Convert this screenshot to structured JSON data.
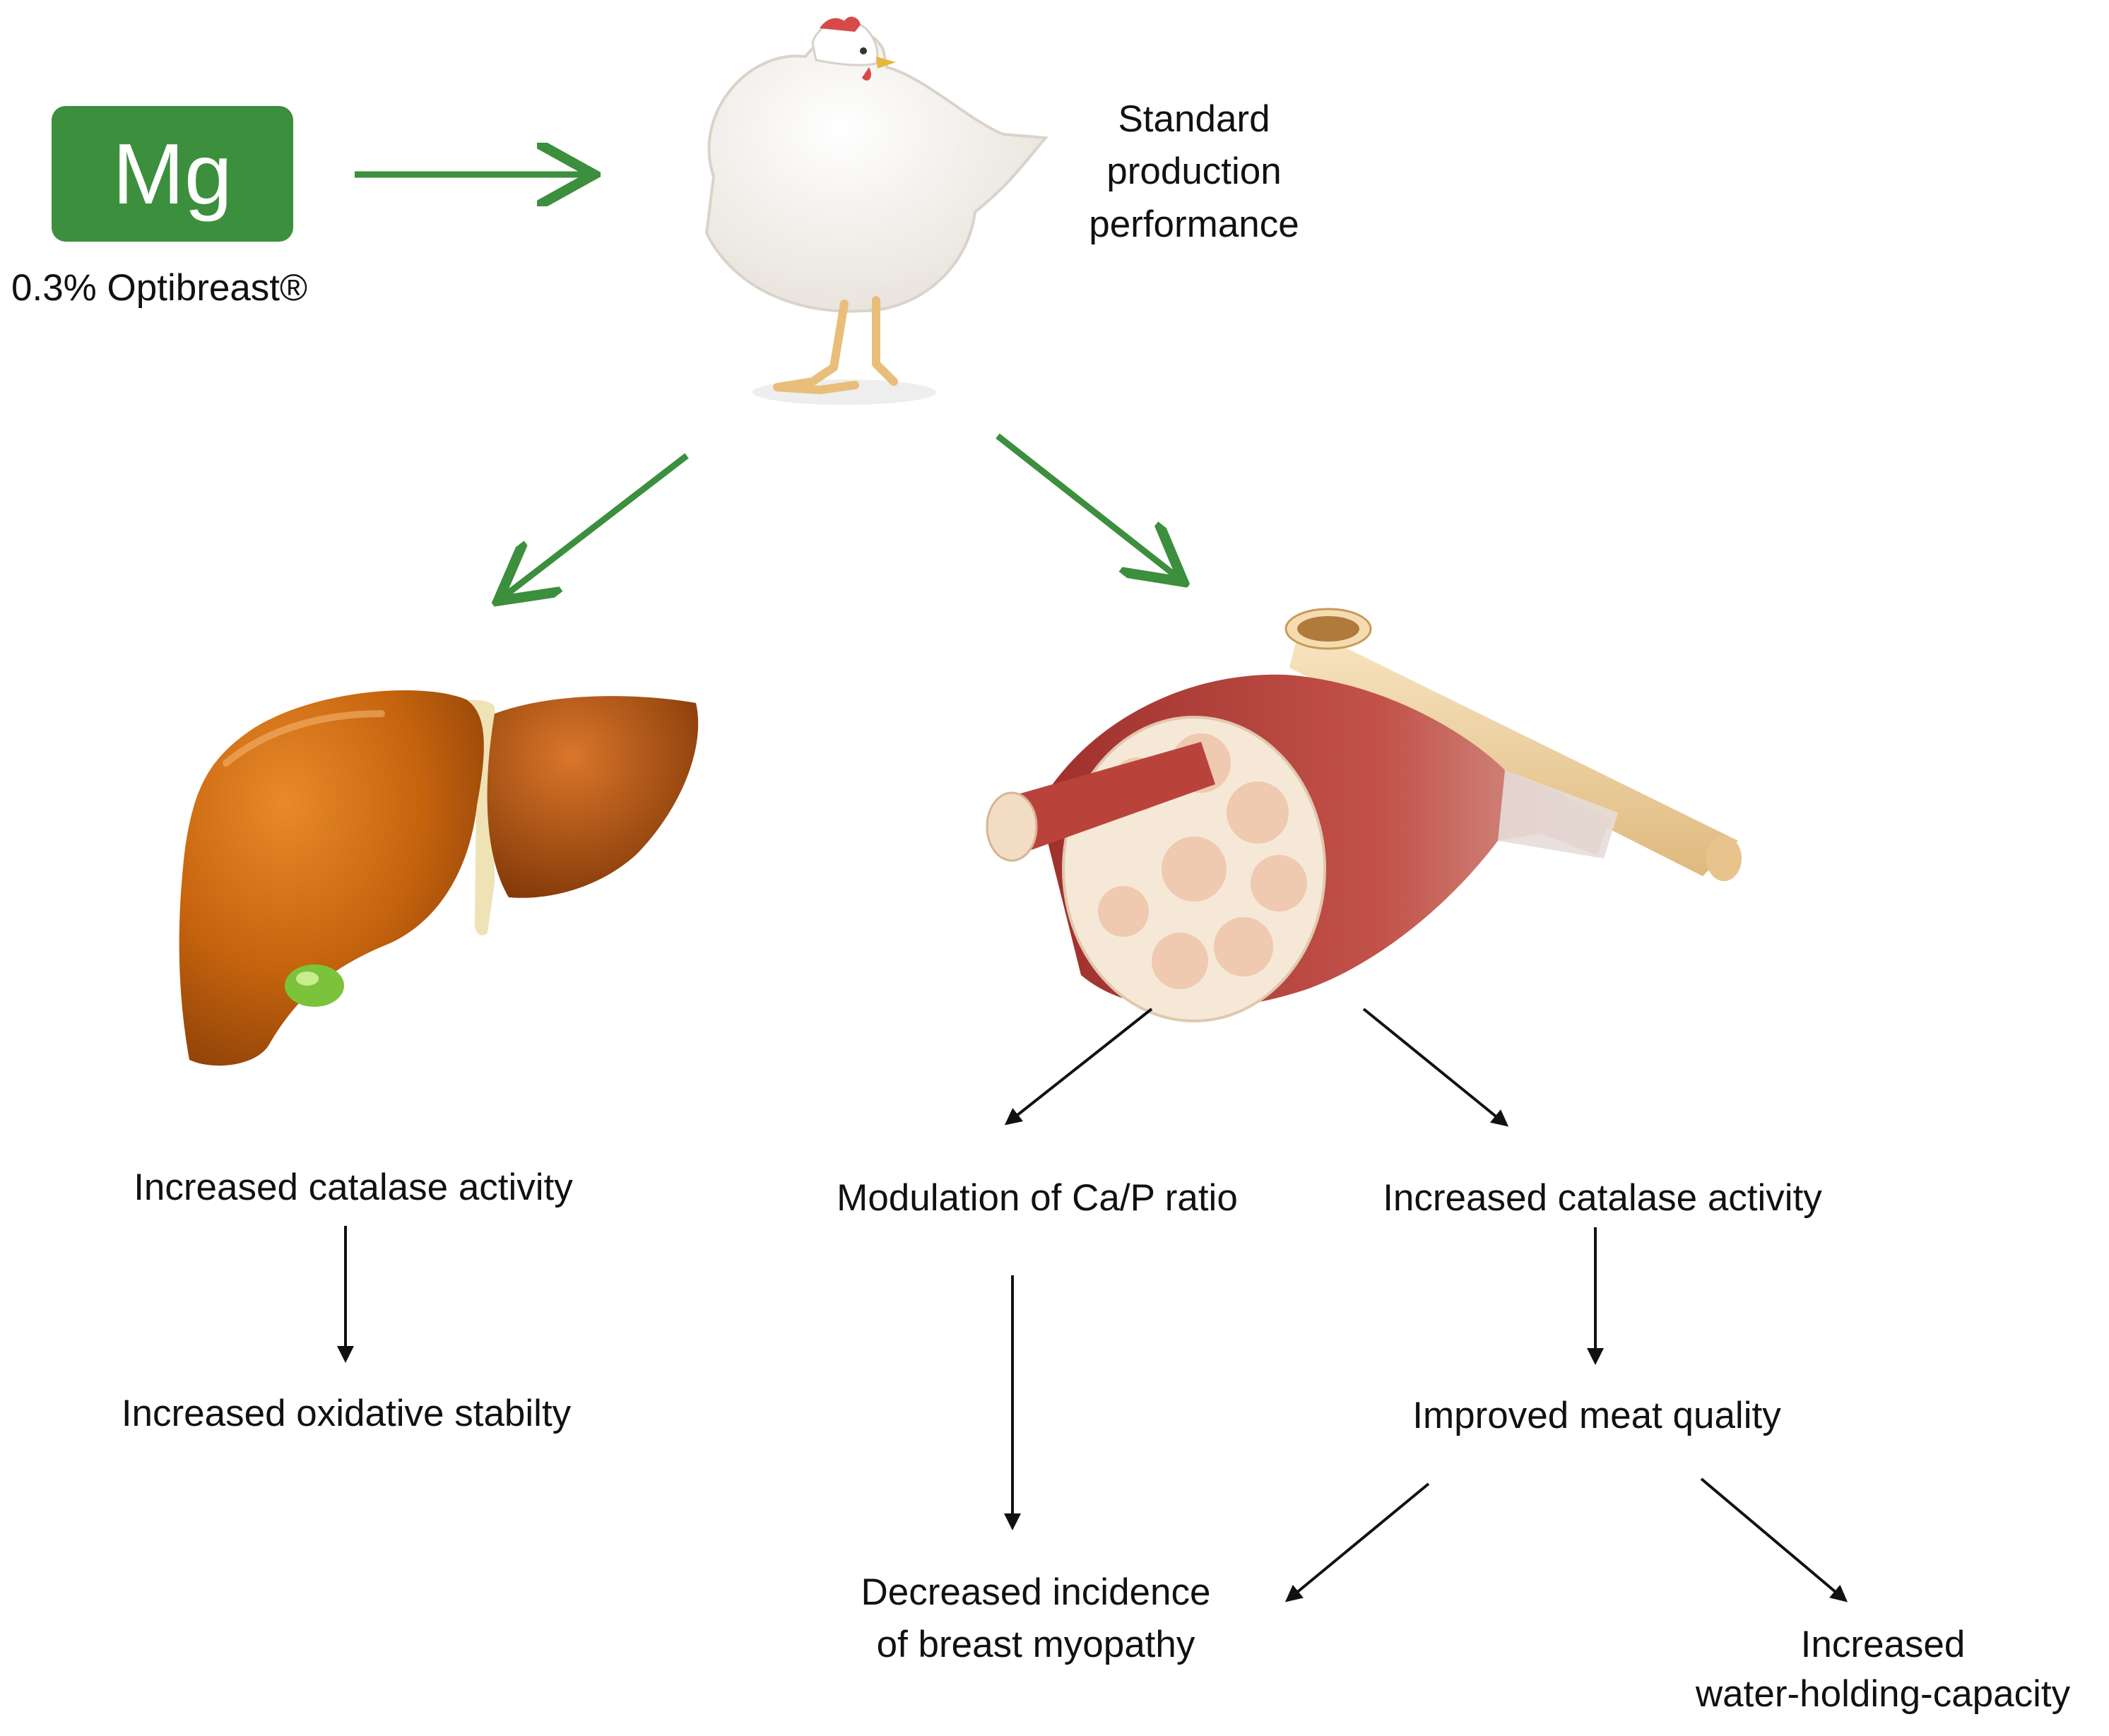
{
  "colors": {
    "accent_green": "#3c8f3c",
    "text": "#111111",
    "arrow_black": "#111111",
    "liver": "#c6640e",
    "muscle": "#b0413a",
    "bone": "#f1d7a8",
    "gallbladder": "#7bc33a"
  },
  "icons": [
    "chicken-illustration",
    "liver-illustration",
    "muscle-bone-illustration"
  ],
  "supplement": {
    "element": "Mg",
    "dose_label": "0.3% Optibreast®"
  },
  "chicken": {
    "outcome_lines": [
      "Standard",
      "production",
      "performance"
    ]
  },
  "liver": {
    "effect": "Increased catalase activity",
    "result": "Increased oxidative stabilty"
  },
  "muscle": {
    "left_effect": "Modulation of Ca/P ratio",
    "left_result_lines": [
      "Decreased incidence",
      "of breast myopathy"
    ],
    "right_effect": "Increased catalase activity",
    "right_result": "Improved meat quality",
    "right_result_lines": [
      "Increased",
      "water-holding-capacity"
    ]
  }
}
